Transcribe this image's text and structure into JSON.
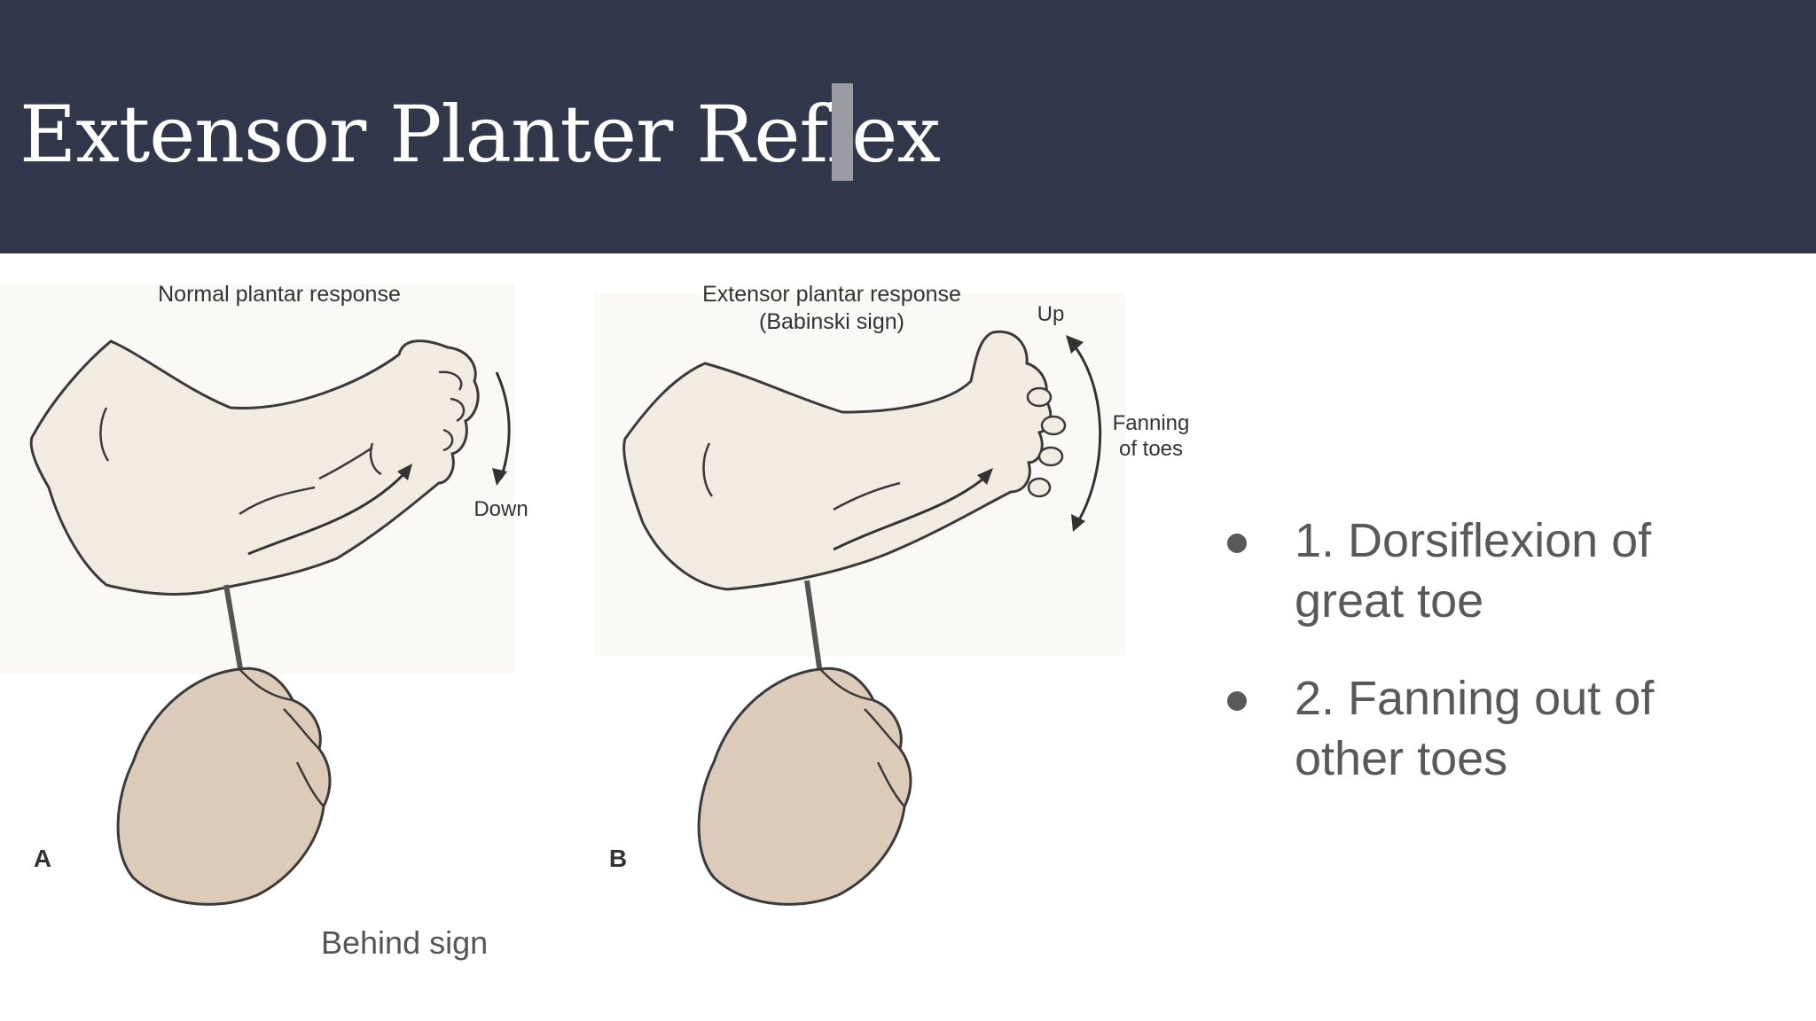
{
  "slide": {
    "title": "Extensor Planter Reflex",
    "caption": "Behind sign",
    "bullets": [
      "1. Dorsiflexion of great toe",
      "2. Fanning out of other toes"
    ]
  },
  "figure": {
    "panel_a": {
      "letter": "A",
      "heading": "Normal plantar response",
      "arrow_label": "Down"
    },
    "panel_b": {
      "letter": "B",
      "heading_line1": "Extensor plantar response",
      "heading_line2": "(Babinski sign)",
      "arrow_label_up": "Up",
      "fanning_line1": "Fanning",
      "fanning_line2": "of toes"
    }
  },
  "colors": {
    "header_bg": "#31384b",
    "title_text": "#ffffff",
    "body_text": "#595959",
    "foot_fill": "#f2ebe2",
    "hand_fill": "#dccbb8"
  },
  "icons": [
    "text-cursor-icon",
    "bullet-dot-icon"
  ]
}
